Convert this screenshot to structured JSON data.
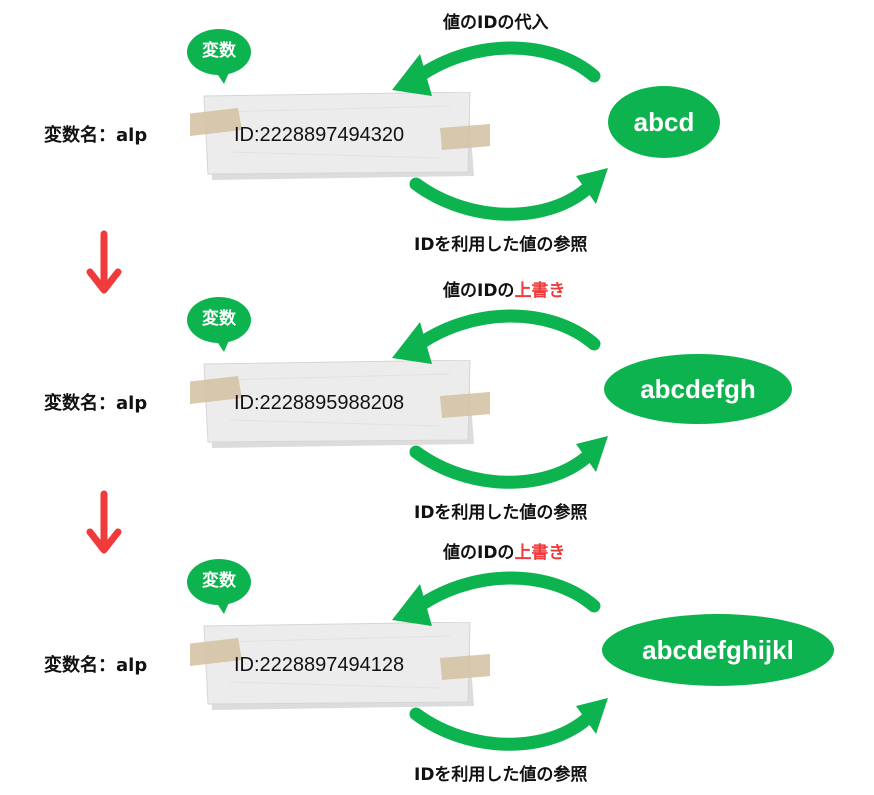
{
  "colors": {
    "green": "#0db34f",
    "red": "#ef3b3b",
    "paper": "#ececec",
    "tape": "#d4c3a6"
  },
  "panels": [
    {
      "bubble": "変数",
      "variable_label": "変数名：alp",
      "id_text": "ID:2228897494320",
      "top_label_prefix": "値のIDの",
      "top_label_highlight": "",
      "top_label_suffix": "代入",
      "value": "abcd",
      "bottom_label": "IDを利用した値の参照"
    },
    {
      "bubble": "変数",
      "variable_label": "変数名：alp",
      "id_text": "ID:2228895988208",
      "top_label_prefix": "値のIDの",
      "top_label_highlight": "上書き",
      "top_label_suffix": "",
      "value": "abcdefgh",
      "bottom_label": "IDを利用した値の参照"
    },
    {
      "bubble": "変数",
      "variable_label": "変数名：alp",
      "id_text": "ID:2228897494128",
      "top_label_prefix": "値のIDの",
      "top_label_highlight": "上書き",
      "top_label_suffix": "",
      "value": "abcdefghijkl",
      "bottom_label": "IDを利用した値の参照"
    }
  ],
  "icons": [
    "speech-bubble-icon",
    "paper-note-icon",
    "tape-icon",
    "curved-arrow-icon",
    "down-arrow-icon"
  ]
}
